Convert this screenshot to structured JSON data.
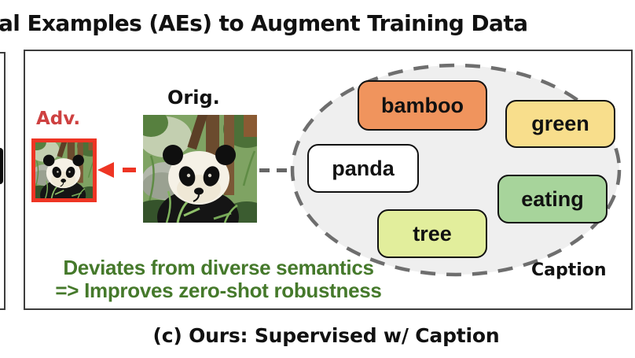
{
  "header": {
    "title_visible": "al Examples (AEs) to Augment Training Data"
  },
  "panel": {
    "adv_label": "Adv.",
    "adv_label_color": "#CE4141",
    "adv_border_color": "#EE3524",
    "orig_label": "Orig.",
    "note_line1": "Deviates from diverse semantics",
    "note_line2": "=> Improves zero-shot robustness",
    "note_color": "#45792B",
    "caption_label": "Caption",
    "ellipse_fill": "#EFEFEF",
    "ellipse_stroke": "#6E6E6E",
    "caption_words": [
      {
        "label": "bamboo",
        "color": "#F0945D"
      },
      {
        "label": "green",
        "color": "#F8DE8C"
      },
      {
        "label": "panda",
        "color": "#FFFFFF"
      },
      {
        "label": "eating",
        "color": "#A7D49B"
      },
      {
        "label": "tree",
        "color": "#E2EE9C"
      }
    ]
  },
  "footer": {
    "caption": "(c) Ours: Supervised w/ Caption"
  }
}
